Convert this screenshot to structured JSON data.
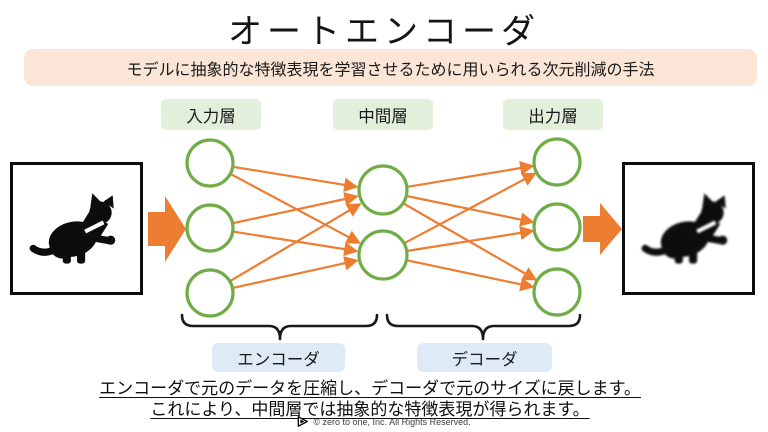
{
  "title": "オートエンコーダ",
  "banner": {
    "text": "モデルに抽象的な特徴表現を学習させるために用いられる次元削減の手法",
    "bg_color": "#FBE5D6"
  },
  "layers": {
    "input": "入力層",
    "hidden": "中間層",
    "output": "出力層",
    "bg_color": "#E2EFDA"
  },
  "network": {
    "layer_sizes": [
      3,
      2,
      3
    ],
    "node_color": "#70AD47",
    "edge_color": "#ED7D31",
    "fully_connected": true
  },
  "images": {
    "left": "original-cat-photo",
    "right": "reconstructed-cat-photo-blurry"
  },
  "groups": {
    "encoder": "エンコーダ",
    "decoder": "デコーダ",
    "bg_color": "#DEEBF7"
  },
  "caption": {
    "line1": "エンコーダで元のデータを圧縮し、デコーダで元のサイズに戻します。",
    "line2": "これにより、中間層では抽象的な特徴表現が得られます。"
  },
  "footer": {
    "copyright": "© zero to one, Inc. All Rights Reserved."
  }
}
